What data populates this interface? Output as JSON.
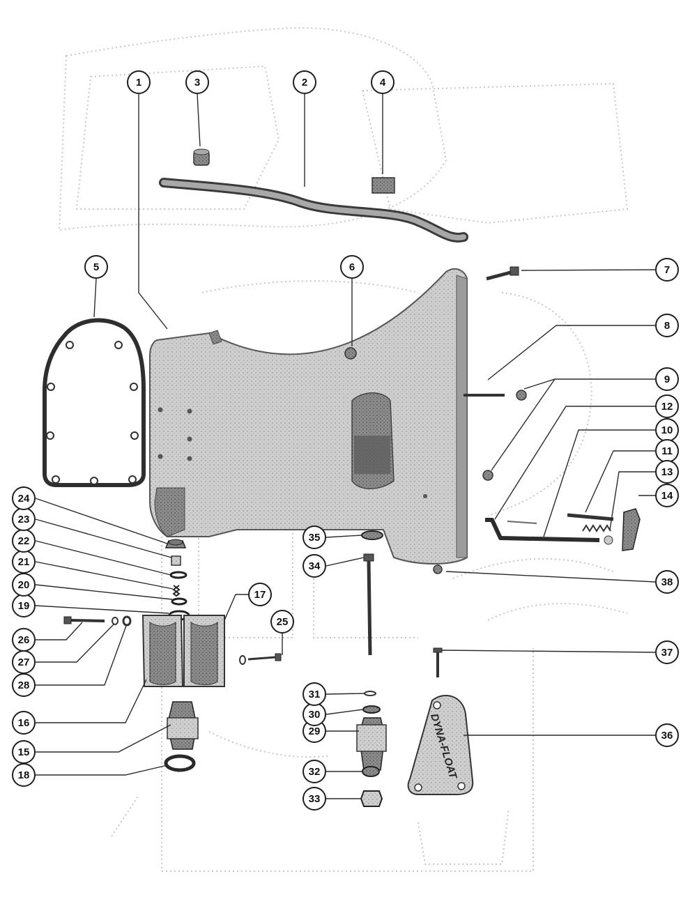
{
  "callouts": [
    {
      "id": "1",
      "label": "1"
    },
    {
      "id": "2",
      "label": "2"
    },
    {
      "id": "3",
      "label": "3"
    },
    {
      "id": "4",
      "label": "4"
    },
    {
      "id": "5",
      "label": "5"
    },
    {
      "id": "6",
      "label": "6"
    },
    {
      "id": "7",
      "label": "7"
    },
    {
      "id": "8",
      "label": "8"
    },
    {
      "id": "9",
      "label": "9"
    },
    {
      "id": "10",
      "label": "10"
    },
    {
      "id": "11",
      "label": "11"
    },
    {
      "id": "12",
      "label": "12"
    },
    {
      "id": "13",
      "label": "13"
    },
    {
      "id": "14",
      "label": "14"
    },
    {
      "id": "15",
      "label": "15"
    },
    {
      "id": "16",
      "label": "16"
    },
    {
      "id": "17",
      "label": "17"
    },
    {
      "id": "18",
      "label": "18"
    },
    {
      "id": "19",
      "label": "19"
    },
    {
      "id": "20",
      "label": "20"
    },
    {
      "id": "21",
      "label": "21"
    },
    {
      "id": "22",
      "label": "22"
    },
    {
      "id": "23",
      "label": "23"
    },
    {
      "id": "24",
      "label": "24"
    },
    {
      "id": "25",
      "label": "25"
    },
    {
      "id": "26",
      "label": "26"
    },
    {
      "id": "27",
      "label": "27"
    },
    {
      "id": "28",
      "label": "28"
    },
    {
      "id": "29",
      "label": "29"
    },
    {
      "id": "30",
      "label": "30"
    },
    {
      "id": "31",
      "label": "31"
    },
    {
      "id": "32",
      "label": "32"
    },
    {
      "id": "33",
      "label": "33"
    },
    {
      "id": "34",
      "label": "34"
    },
    {
      "id": "35",
      "label": "35"
    },
    {
      "id": "36",
      "label": "36"
    },
    {
      "id": "37",
      "label": "37"
    },
    {
      "id": "38",
      "label": "38"
    }
  ],
  "decal_text": "DYNA-FLOAT",
  "colors": {
    "ink": "#2a2a2a",
    "part_fill": "#bdbdbd",
    "part_dark": "#6a6a6a",
    "ghost": "#c4c4c4",
    "paper": "#ffffff"
  }
}
